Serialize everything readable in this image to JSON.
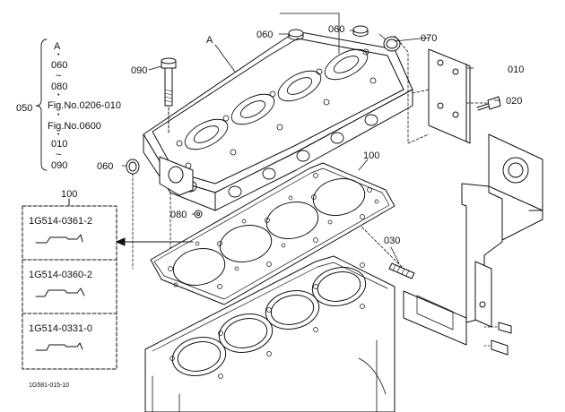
{
  "callouts": {
    "c010": "010",
    "c020": "020",
    "c030": "030",
    "c050": "050",
    "c060a": "060",
    "c060b": "060",
    "c060c": "060",
    "c070": "070",
    "c080": "080",
    "c090": "090",
    "c100a": "100",
    "c100b": "100",
    "ref_a_top": "A",
    "ref_a_head": "A"
  },
  "serial_range": {
    "line1": "A",
    "line2": "060",
    "line3": "080",
    "line4": "Fig.No.0206-010",
    "line5": "Fig.No.0600",
    "line6": "010",
    "line7": "090"
  },
  "gasket_variants": [
    {
      "part_no": "1G514-0361-2"
    },
    {
      "part_no": "1G514-0360-2"
    },
    {
      "part_no": "1G514-0331-0"
    }
  ],
  "figure_id": "1G581-015-10",
  "colors": {
    "ink": "#111111",
    "paper": "#ffffff"
  }
}
